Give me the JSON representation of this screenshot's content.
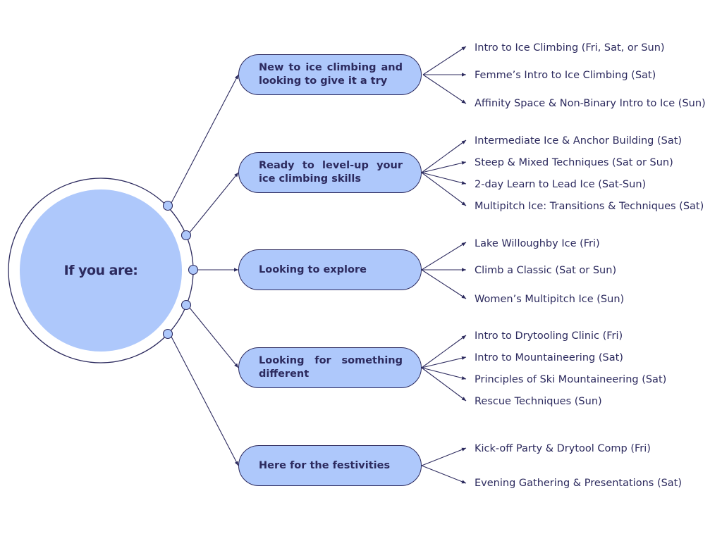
{
  "center": {
    "label": "If you are:"
  },
  "colors": {
    "ink": "#2c2a5e",
    "fill": "#aec8fb",
    "background": "#ffffff"
  },
  "branches": [
    {
      "label": "New to ice climbing and looking to give it a try",
      "items": [
        "Intro to Ice Climbing (Fri, Sat, or Sun)",
        "Femme’s Intro to Ice Climbing (Sat)",
        "Affinity Space & Non-Binary Intro to Ice (Sun)"
      ]
    },
    {
      "label": "Ready to level-up your ice climbing skills",
      "items": [
        "Intermediate Ice & Anchor Building (Sat)",
        "Steep & Mixed Techniques (Sat or Sun)",
        "2-day Learn to Lead Ice (Sat-Sun)",
        "Multipitch Ice: Transitions & Techniques (Sat)"
      ]
    },
    {
      "label": "Looking to explore",
      "items": [
        "Lake Willoughby Ice (Fri)",
        "Climb a Classic (Sat or Sun)",
        "Women’s Multipitch Ice (Sun)"
      ]
    },
    {
      "label": "Looking for something different",
      "items": [
        "Intro to Drytooling Clinic (Fri)",
        "Intro to Mountaineering (Sat)",
        "Principles of Ski Mountaineering (Sat)",
        "Rescue Techniques (Sun)"
      ]
    },
    {
      "label": "Here for the festivities",
      "items": [
        "Kick-off Party & Drytool Comp (Fri)",
        "Evening Gathering & Presentations (Sat)"
      ]
    }
  ]
}
